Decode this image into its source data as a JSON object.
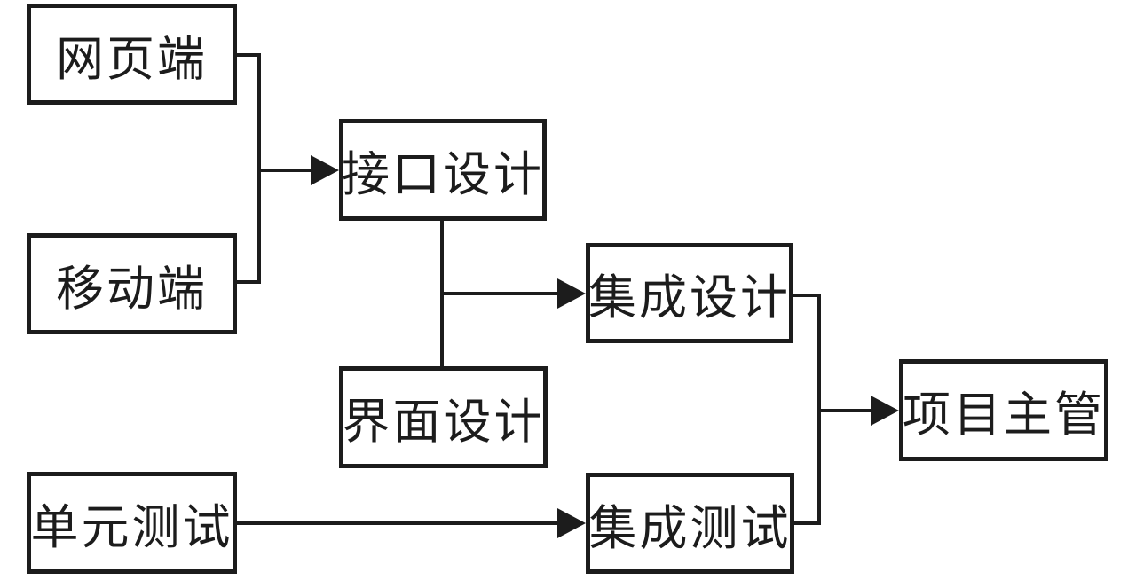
{
  "diagram": {
    "type": "flowchart",
    "background_color": "#ffffff",
    "stroke_color": "#1c1c1c",
    "nodes": {
      "web": {
        "label": "网页端"
      },
      "mobile": {
        "label": "移动端"
      },
      "api_design": {
        "label": "接口设计"
      },
      "ui_design": {
        "label": "界面设计"
      },
      "integration_design": {
        "label": "集成设计"
      },
      "unit_test": {
        "label": "单元测试"
      },
      "integration_test": {
        "label": "集成测试"
      },
      "project_manager": {
        "label": "项目主管"
      }
    },
    "edges": [
      {
        "from": [
          "web",
          "mobile"
        ],
        "to": "api_design"
      },
      {
        "from": [
          "api_design",
          "ui_design"
        ],
        "to": "integration_design"
      },
      {
        "from": [
          "unit_test"
        ],
        "to": "integration_test"
      },
      {
        "from": [
          "integration_design",
          "integration_test"
        ],
        "to": "project_manager"
      }
    ]
  }
}
